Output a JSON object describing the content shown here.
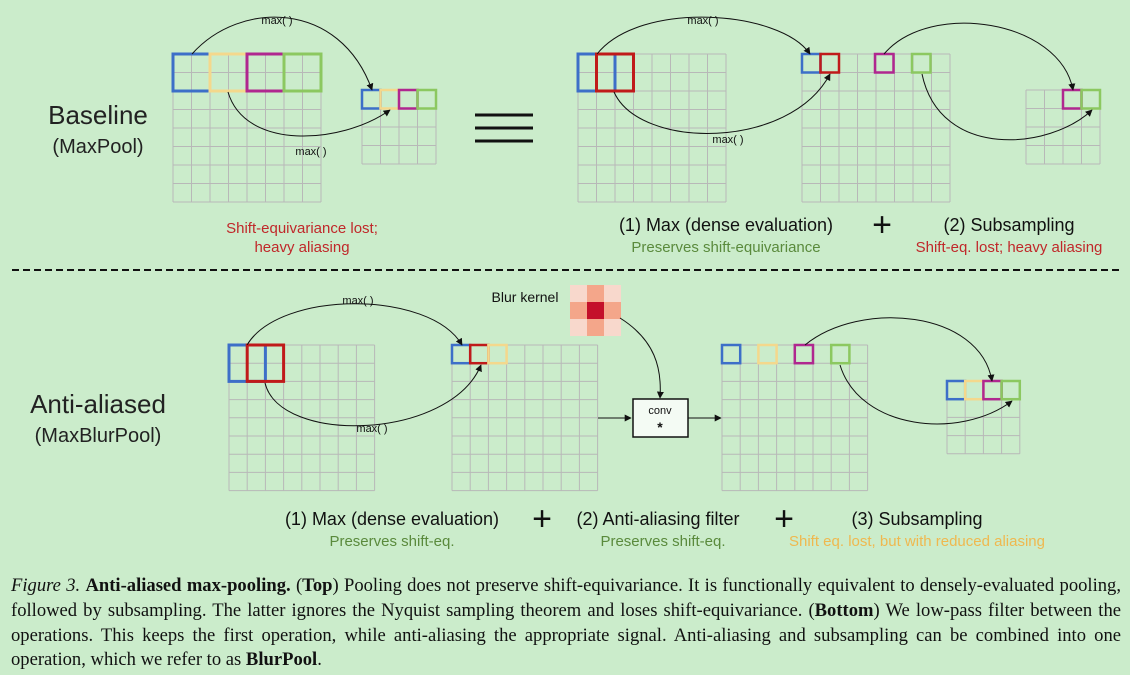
{
  "top": {
    "title": "Baseline",
    "subtitle": "(MaxPool)",
    "max_labels": [
      "max( )",
      "max( )",
      "max( )",
      "max( )"
    ],
    "baseline_note_line1": "Shift-equivariance lost;",
    "baseline_note_line2": "heavy aliasing",
    "step1_label": "(1) Max (dense evaluation)",
    "step1_note": "Preserves shift-equivariance",
    "plus": "+",
    "step2_label": "(2) Subsampling",
    "step2_note": "Shift-eq. lost; heavy aliasing"
  },
  "bottom": {
    "title": "Anti-aliased",
    "subtitle": "(MaxBlurPool)",
    "max_labels": [
      "max( )",
      "max( )"
    ],
    "blur_kernel_label": "Blur kernel",
    "conv_label": "conv",
    "conv_symbol": "*",
    "step1_label": "(1) Max (dense evaluation)",
    "step1_note": "Preserves shift-eq.",
    "plus1": "+",
    "step2_label": "(2) Anti-aliasing filter",
    "step2_note": "Preserves shift-eq.",
    "plus2": "+",
    "step3_label": "(3) Subsampling",
    "step3_note": "Shift eq. lost, but with reduced aliasing"
  },
  "colors": {
    "background": "#cbeccb",
    "blue": "#3d6fc8",
    "yellow": "#f4d88c",
    "magenta": "#b0278f",
    "green": "#8cc860",
    "red": "#c01a1a",
    "note_red": "#c0282a",
    "note_green": "#5a8a3c",
    "note_yellow": "#efb84f"
  },
  "caption": {
    "figure_label": "Figure 3.",
    "title": "Anti-aliased max-pooling.",
    "top_tag": "Top",
    "text1": "Pooling does not preserve shift-equivariance. It is functionally equivalent to densely-evaluated pooling, followed by subsampling. The latter ignores the Nyquist sampling theorem and loses shift-equivariance.",
    "bottom_tag": "Bottom",
    "text2": "We low-pass filter between the operations. This keeps the first operation, while anti-aliasing the appropriate signal. Anti-aliasing and subsampling can be combined into one operation, which we refer to as",
    "blurpool": "BlurPool",
    "end": "."
  }
}
